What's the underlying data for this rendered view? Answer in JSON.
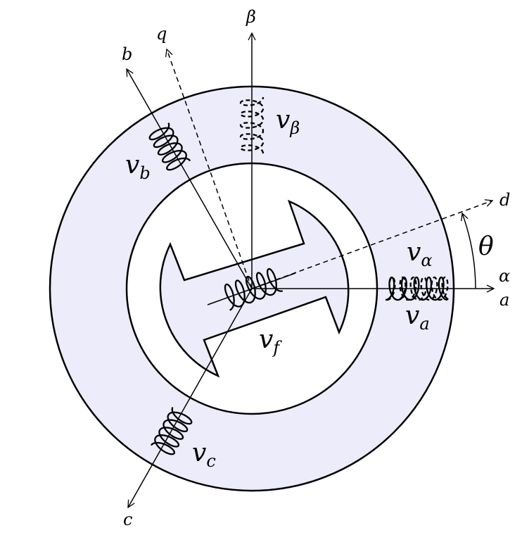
{
  "colors": {
    "stator_fill": "#ececfb",
    "stroke": "#000000",
    "background": "#ffffff"
  },
  "axes": {
    "a": "a",
    "b": "b",
    "c": "c",
    "alpha": "α",
    "beta": "β",
    "d": "d",
    "q": "q"
  },
  "angle_label": "θ",
  "voltages": {
    "v_a": {
      "base": "v",
      "sub": "a"
    },
    "v_b": {
      "base": "v",
      "sub": "b"
    },
    "v_c": {
      "base": "v",
      "sub": "c"
    },
    "v_alpha": {
      "base": "v",
      "sub": "α"
    },
    "v_beta": {
      "base": "v",
      "sub": "β"
    },
    "v_f": {
      "base": "v",
      "sub": "f"
    }
  }
}
